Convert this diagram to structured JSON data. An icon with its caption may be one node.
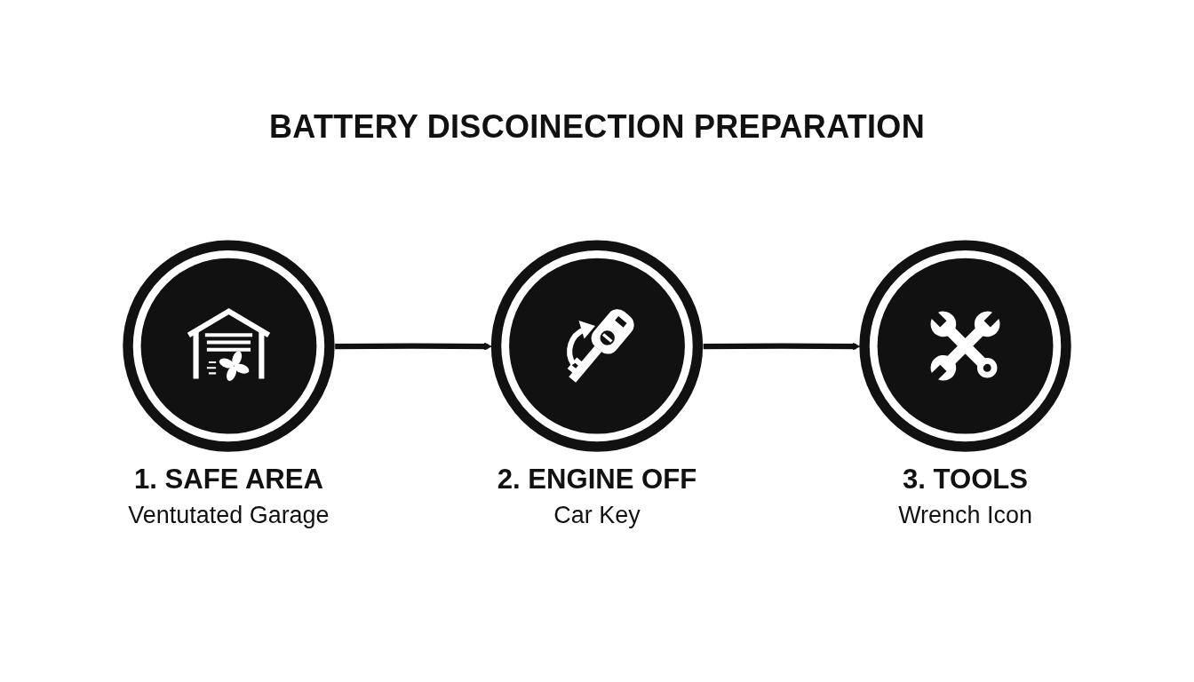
{
  "diagram": {
    "title": "BATTERY DISCOINECTION PREPARATION",
    "nodes": [
      {
        "text": [
          "1. SAFE AREA",
          "Ventutated Garage"
        ]
      },
      {
        "text": [
          "2. ENGINE OFF",
          "Car Key"
        ]
      },
      {
        "text": [
          "3. TOOLS",
          "Wrench Icon"
        ]
      }
    ],
    "edges": [
      {
        "from": 0,
        "to": 1,
        "arrow": "to"
      },
      {
        "from": 1,
        "to": 2,
        "arrow": "to"
      }
    ]
  }
}
